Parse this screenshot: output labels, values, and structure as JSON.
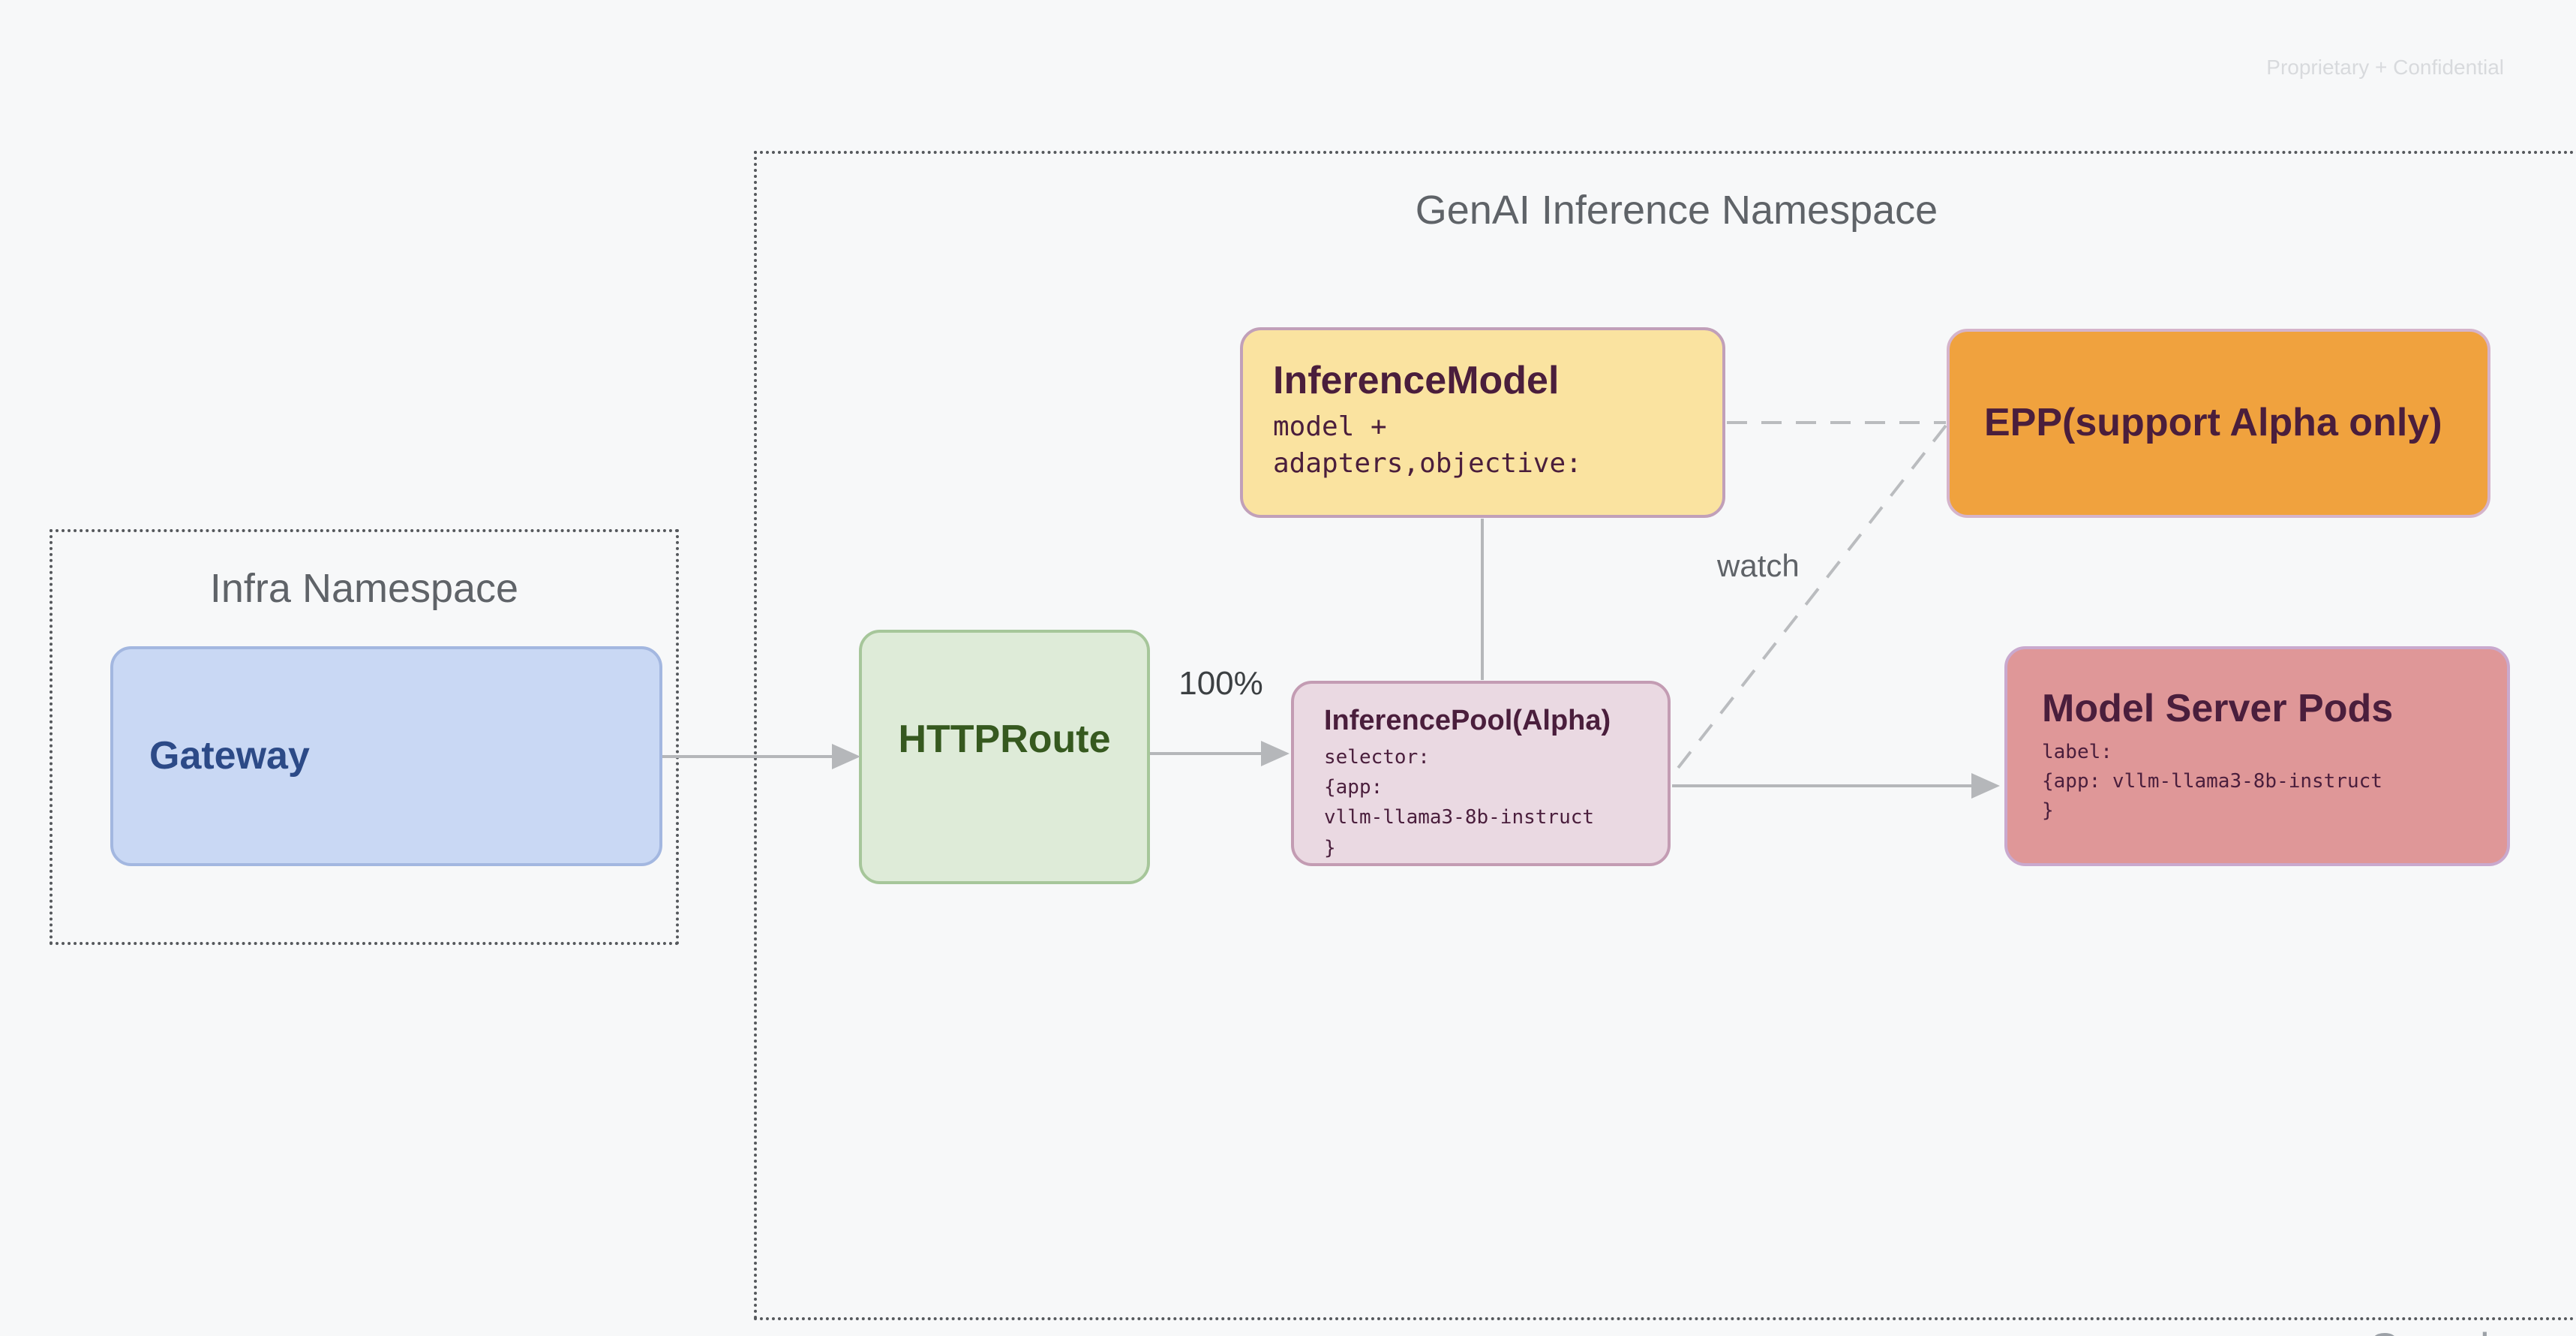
{
  "slide": {
    "confidential_label": "Proprietary + Confidential",
    "watermark_logo": "Google"
  },
  "infra_namespace": {
    "title": "Infra Namespace",
    "nodes": {
      "gateway": {
        "title": "Gateway"
      }
    }
  },
  "genai_namespace": {
    "title": "GenAI Inference Namespace",
    "nodes": {
      "httproute": {
        "title": "HTTPRoute"
      },
      "inference_model": {
        "title": "InferenceModel",
        "body": "model +\nadapters,objective:"
      },
      "epp": {
        "title": "EPP(support Alpha only)"
      },
      "inference_pool": {
        "title": "InferencePool(Alpha)",
        "body": "selector:\n{app:\nvllm-llama3-8b-instruct\n}"
      },
      "model_server_pods": {
        "title": "Model Server Pods",
        "body": "label:\n{app: vllm-llama3-8b-instruct\n}"
      }
    }
  },
  "edges": {
    "httproute_to_pool_label": "100%",
    "watch_label": "watch"
  },
  "colors": {
    "background": "#F7F8F9",
    "gateway_fill": "#C9D8F4",
    "gateway_text": "#2C4A87",
    "httproute_fill": "#DEEBD8",
    "httproute_text": "#36591F",
    "inference_model_fill": "#FAE3A0",
    "epp_fill": "#F0A23E",
    "inference_pool_fill": "#EAD9E2",
    "model_server_pods_fill": "#DF9798",
    "node_dark_text": "#4A1E3C",
    "namespace_title_text": "#5F6368",
    "connector_gray": "#B5B7BA"
  }
}
